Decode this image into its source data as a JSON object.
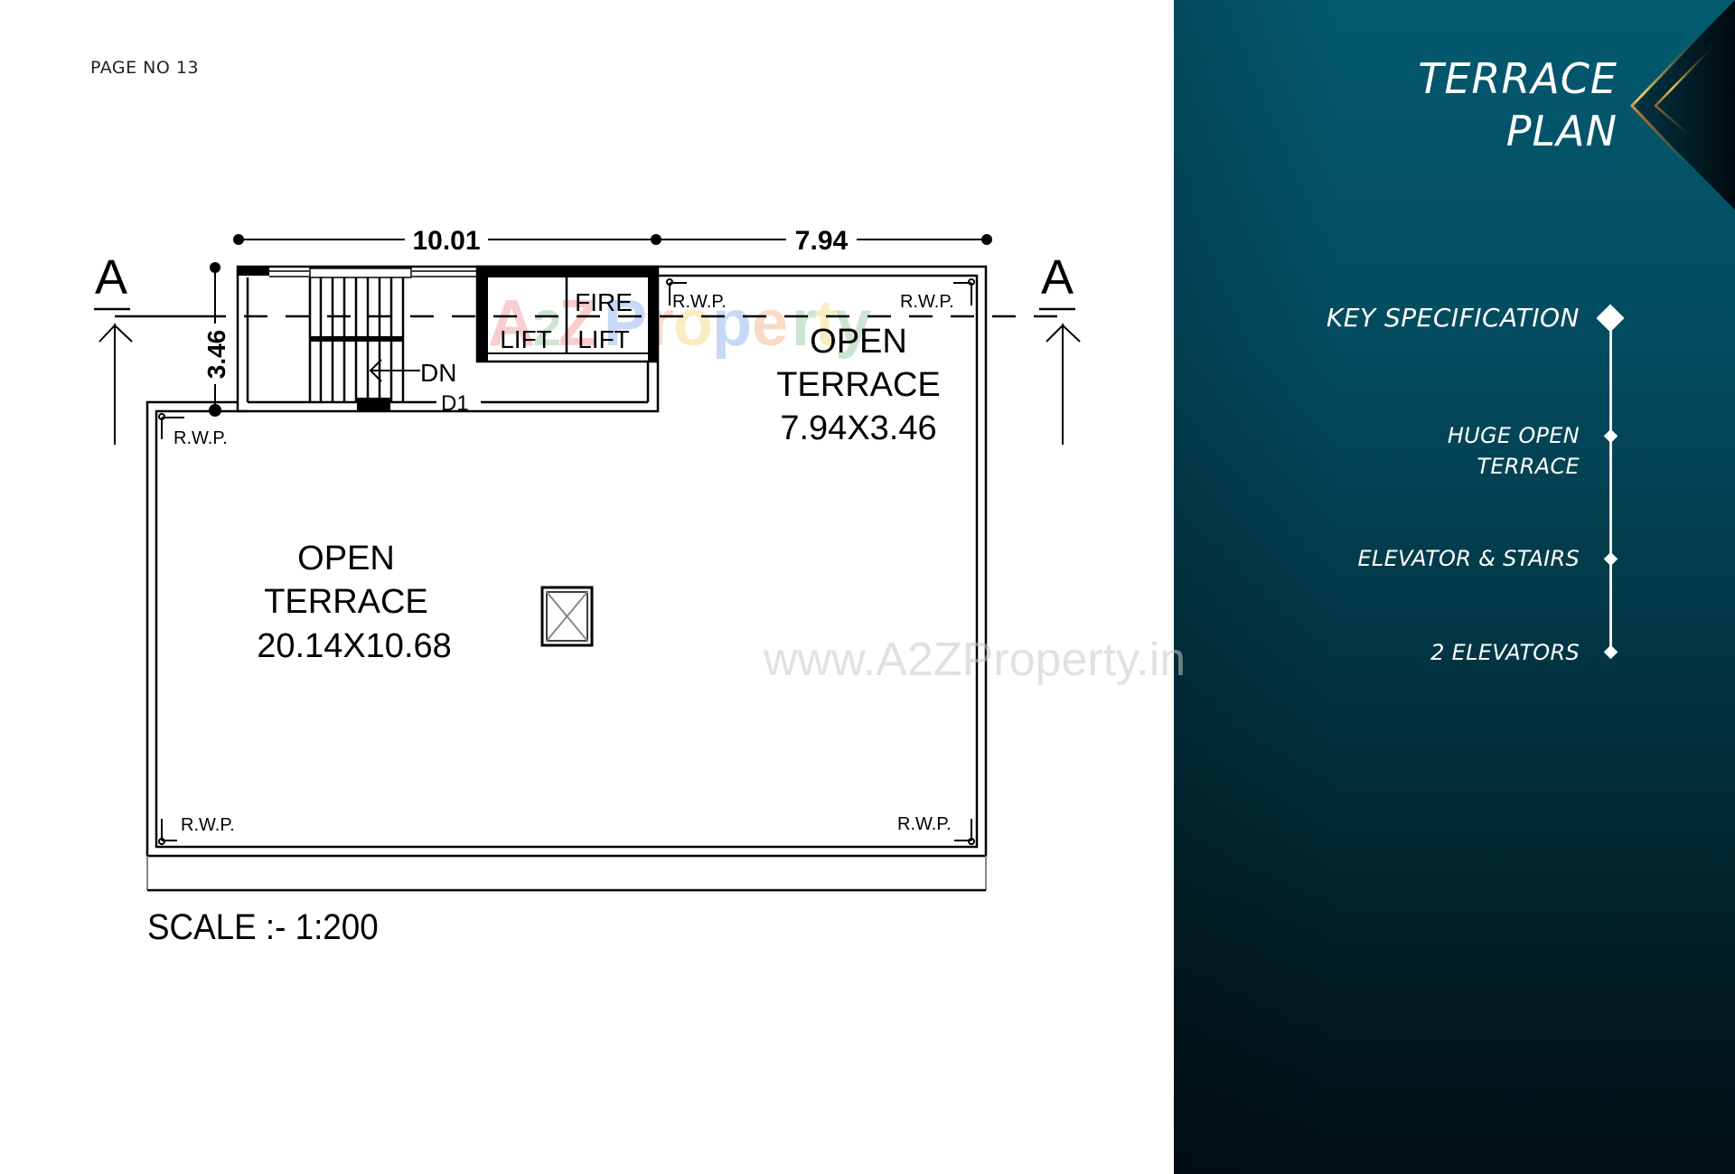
{
  "page": {
    "page_no": "PAGE NO 13"
  },
  "plan": {
    "dimensions": {
      "top_left": "10.01",
      "top_right": "7.94",
      "left_vertical": "3.46"
    },
    "section_marker_left": "A",
    "section_marker_right": "A",
    "labels": {
      "lift": "LIFT",
      "fire": "FIRE",
      "fire_lift": "LIFT",
      "dn": "DN",
      "door": "D1",
      "rwp": "R.W.P."
    },
    "rooms": [
      {
        "name_line1": "OPEN",
        "name_line2": "TERRACE",
        "size": "7.94X3.46"
      },
      {
        "name_line1": "OPEN",
        "name_line2": "TERRACE",
        "size": "20.14X10.68"
      }
    ],
    "scale": "SCALE :- 1:200",
    "watermark_logo": "A2ZProperty",
    "watermark_url": "www.A2ZProperty.in"
  },
  "panel": {
    "title_line1": "TERRACE",
    "title_line2": "PLAN",
    "spec_heading": "KEY SPECIFICATION",
    "specs": [
      {
        "line1": "HUGE OPEN",
        "line2": "TERRACE"
      },
      {
        "line1": "ELEVATOR & STAIRS"
      },
      {
        "line1": "2 ELEVATORS"
      }
    ],
    "colors": {
      "panel_top": "#035a70",
      "panel_bottom": "#010f14",
      "gold": "#c9953a"
    }
  }
}
